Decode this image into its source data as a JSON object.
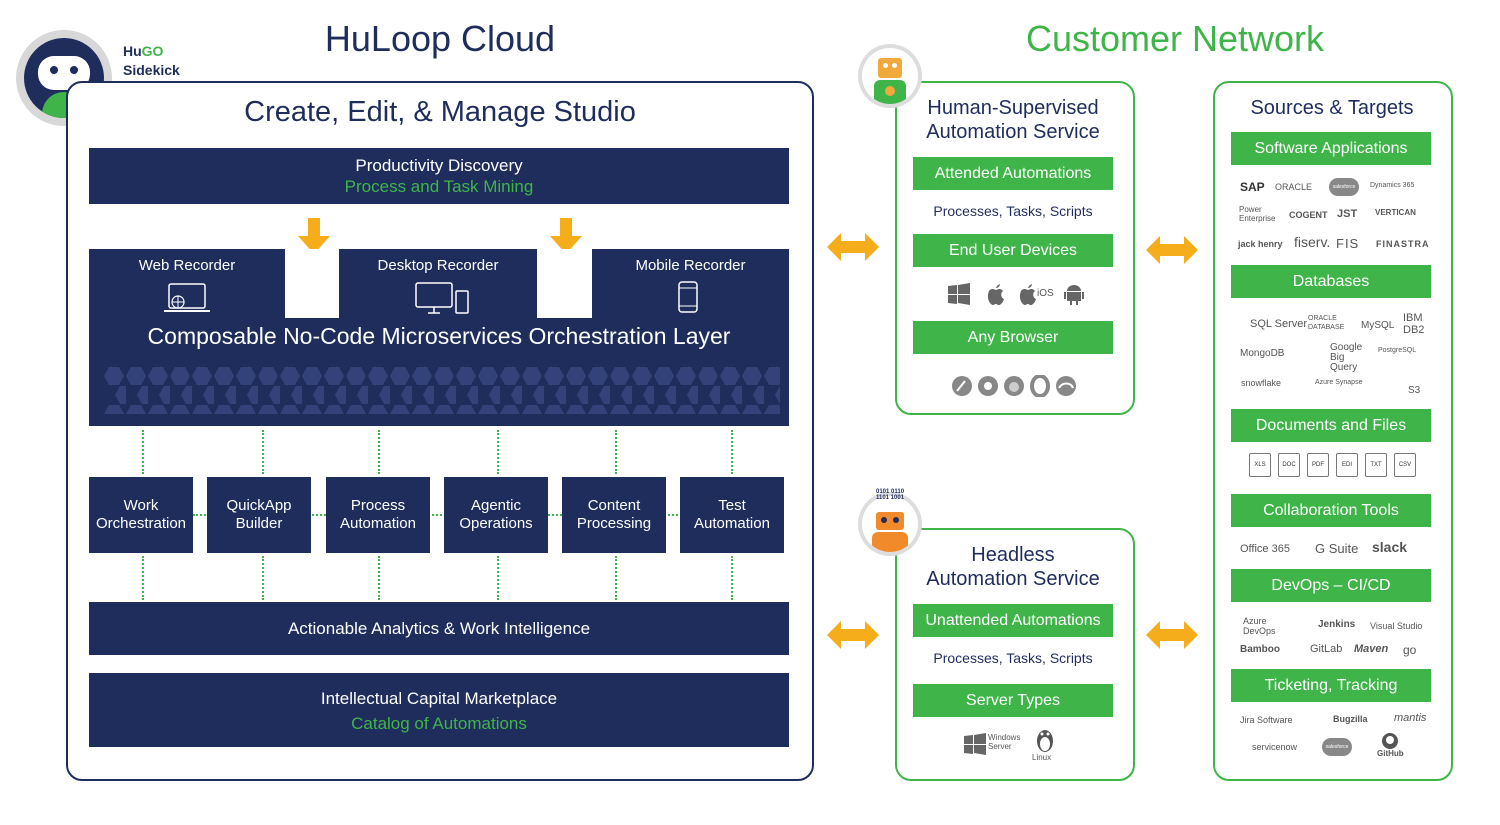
{
  "brand": {
    "name_hu": "Hu",
    "name_go": "GO",
    "name_sub": "Sidekick"
  },
  "headers": {
    "cloud": "HuLoop Cloud",
    "customer": "Customer Network"
  },
  "studio": {
    "title": "Create, Edit, & Manage Studio",
    "productivity": {
      "title": "Productivity Discovery",
      "subtitle": "Process and Task Mining"
    },
    "recorders": [
      "Web Recorder",
      "Desktop Recorder",
      "Mobile Recorder"
    ],
    "orchestration": "Composable No-Code Microservices Orchestration Layer",
    "services": [
      {
        "l1": "Work",
        "l2": "Orchestration"
      },
      {
        "l1": "QuickApp",
        "l2": "Builder"
      },
      {
        "l1": "Process",
        "l2": "Automation"
      },
      {
        "l1": "Agentic",
        "l2": "Operations"
      },
      {
        "l1": "Content",
        "l2": "Processing"
      },
      {
        "l1": "Test",
        "l2": "Automation"
      }
    ],
    "analytics": "Actionable Analytics & Work Intelligence",
    "marketplace": {
      "title": "Intellectual Capital Marketplace",
      "subtitle": "Catalog of Automations"
    }
  },
  "human_service": {
    "title_l1": "Human-Supervised",
    "title_l2": "Automation Service",
    "attended": "Attended Automations",
    "processes": "Processes, Tasks, Scripts",
    "end_user": "End User Devices",
    "ios": "iOS",
    "browser": "Any Browser"
  },
  "headless_service": {
    "title_l1": "Headless",
    "title_l2": "Automation Service",
    "robot_code_l1": "0101 0110",
    "robot_code_l2": "1101 1001",
    "unattended": "Unattended Automations",
    "processes": "Processes, Tasks, Scripts",
    "server": "Server Types",
    "windows_l1": "Windows",
    "windows_l2": "Server",
    "linux": "Linux"
  },
  "sources": {
    "title": "Sources & Targets",
    "software": "Software Applications",
    "software_logos": [
      "SAP",
      "ORACLE",
      "salesforce",
      "Dynamics 365",
      "Power Enterprise",
      "COGENT",
      "JST",
      "VERTICAN",
      "jack henry",
      "fiserv.",
      "FIS",
      "FINASTRA"
    ],
    "databases": "Databases",
    "db_logos": [
      "SQL Server",
      "ORACLE DATABASE",
      "MySQL",
      "IBM DB2",
      "MongoDB",
      "Google Big Query",
      "PostgreSQL",
      "snowflake",
      "Azure Synapse",
      "S3"
    ],
    "documents": "Documents and Files",
    "file_types": [
      "XLS",
      "DOC",
      "PDF",
      "EDI",
      "TXT",
      "CSV"
    ],
    "collab": "Collaboration Tools",
    "collab_logos": [
      "Office 365",
      "G Suite",
      "slack"
    ],
    "devops": "DevOps – CI/CD",
    "devops_logos": [
      "Azure DevOps",
      "Jenkins",
      "Visual Studio",
      "Bamboo",
      "GitLab",
      "Maven",
      "go"
    ],
    "ticketing": "Ticketing, Tracking",
    "ticket_logos": [
      "Jira Software",
      "Bugzilla",
      "mantis",
      "servicenow",
      "salesforce",
      "GitHub"
    ]
  },
  "colors": {
    "navy": "#1f2d5c",
    "green": "#3fb549",
    "orange": "#f6ad1b"
  }
}
